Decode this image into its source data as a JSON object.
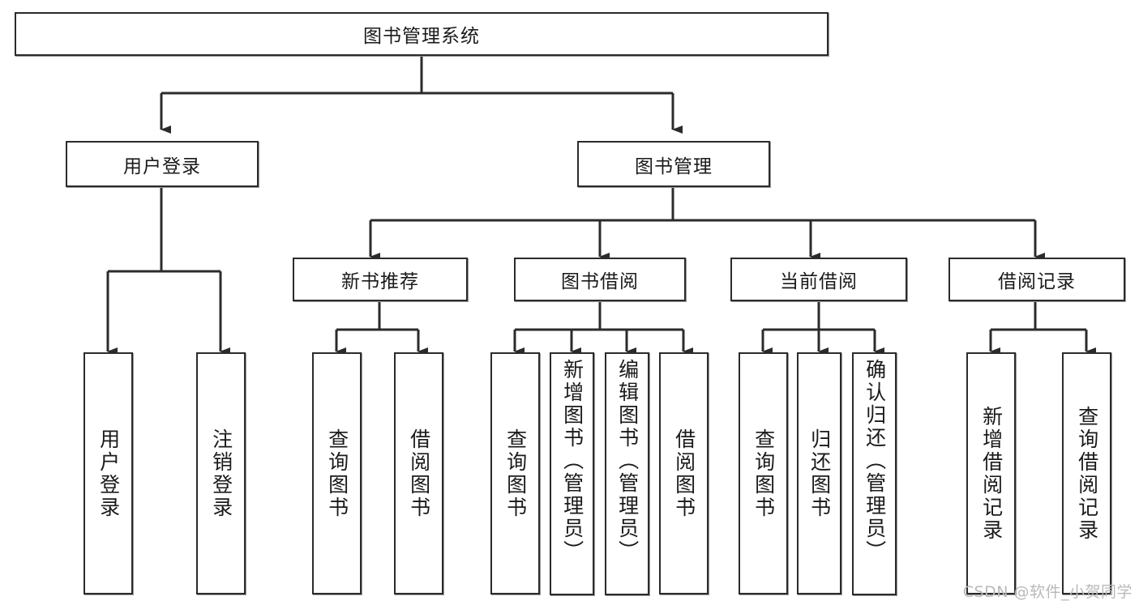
{
  "diagram": {
    "title": "图书管理系统",
    "watermark": "CSDN @软件_小贺同学",
    "colors": {
      "stroke": "#2b2b2b",
      "fill": "#ffffff",
      "text": "#1a1a1a",
      "watermark": "#b9b9b9"
    },
    "levels": {
      "root": {
        "label": "图书管理系统"
      },
      "level2": [
        {
          "id": "user-login",
          "label": "用户登录"
        },
        {
          "id": "book-manage",
          "label": "图书管理"
        }
      ],
      "level3": [
        {
          "id": "new-book-recommend",
          "label": "新书推荐"
        },
        {
          "id": "book-borrow",
          "label": "图书借阅"
        },
        {
          "id": "current-borrow",
          "label": "当前借阅"
        },
        {
          "id": "borrow-record",
          "label": "借阅记录"
        }
      ],
      "leaves": {
        "user_login": [
          {
            "id": "leaf-user-login",
            "label": "用户登录"
          },
          {
            "id": "leaf-logout-login",
            "label": "注销登录"
          }
        ],
        "new_book_recommend": [
          {
            "id": "leaf-query-book-1",
            "label": "查询图书"
          },
          {
            "id": "leaf-borrow-book-1",
            "label": "借阅图书"
          }
        ],
        "book_borrow": [
          {
            "id": "leaf-query-book-2",
            "label": "查询图书"
          },
          {
            "id": "leaf-add-book-admin",
            "label": "新增图书（管理员）"
          },
          {
            "id": "leaf-edit-book-admin",
            "label": "编辑图书（管理员）"
          },
          {
            "id": "leaf-borrow-book-2",
            "label": "借阅图书"
          }
        ],
        "current_borrow": [
          {
            "id": "leaf-query-book-3",
            "label": "查询图书"
          },
          {
            "id": "leaf-return-book",
            "label": "归还图书"
          },
          {
            "id": "leaf-confirm-return-admin",
            "label": "确认归还（管理员）"
          }
        ],
        "borrow_record": [
          {
            "id": "leaf-add-borrow-record",
            "label": "新增借阅记录"
          },
          {
            "id": "leaf-query-borrow-record",
            "label": "查询借阅记录"
          }
        ]
      }
    }
  }
}
